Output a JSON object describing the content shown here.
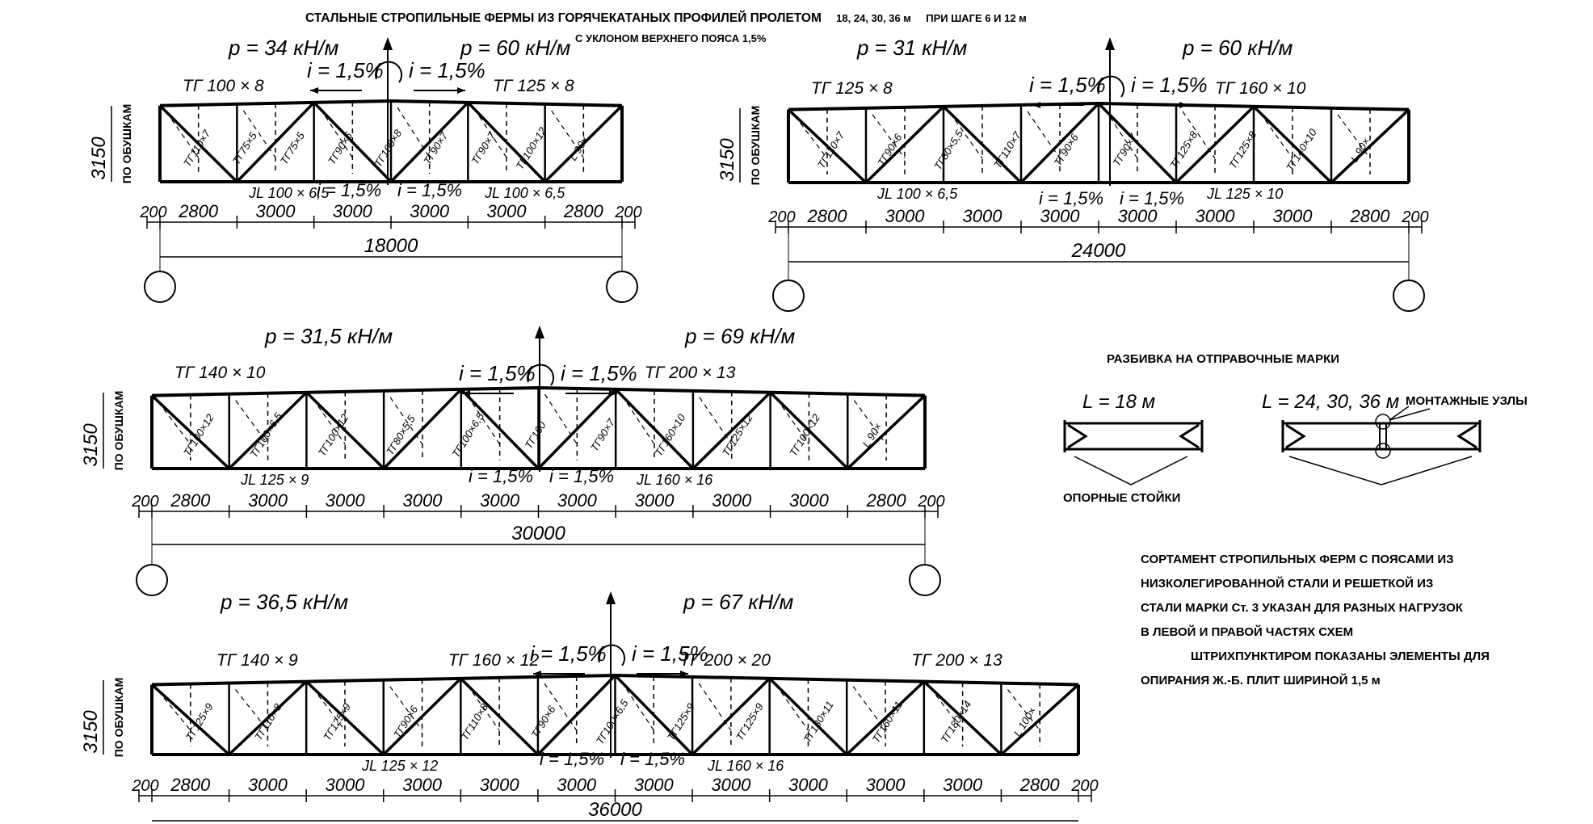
{
  "title_line1": "СТАЛЬНЫЕ СТРОПИЛЬНЫЕ ФЕРМЫ ИЗ ГОРЯЧЕКАТАНЫХ ПРОФИЛЕЙ ПРОЛЕТОМ",
  "title_spans": "18, 24, 30, 36 м",
  "title_step": "ПРИ ШАГЕ 6 И 12 м",
  "title_line2": "С УКЛОНОМ ВЕРХНЕГО ПОЯСА 1,5%",
  "common": {
    "side_label": "ПО ОБУШКАМ",
    "height": "3150",
    "slope": "i = 1,5%"
  },
  "trusses": [
    {
      "id": "18",
      "p_left": "p = 34 кН/м",
      "p_right": "p = 60 кН/м",
      "top_left": "ТГ 100 × 8",
      "top_right": "ТГ 125 × 8",
      "bottom_left": "ЈL 100 × 6,5",
      "bottom_right": "ЈL 100 × 6,5",
      "web": [
        "ТГ110×7",
        "ТГ75×5",
        "ТГ75×5",
        "ТГ90×6",
        "ТГ100×8",
        "ТГ90×7",
        "ТГ90×7",
        "ТГ100×12",
        "L 90×"
      ],
      "dims": [
        "200",
        "2800",
        "3000",
        "3000",
        "3000",
        "3000",
        "2800",
        "200"
      ],
      "total": "18000"
    },
    {
      "id": "24",
      "p_left": "p = 31 кН/м",
      "p_right": "p = 60 кН/м",
      "top_left": "ТГ 125 × 8",
      "top_right": "ТГ 160 × 10",
      "bottom_left": "ЈL 100 × 6,5",
      "bottom_right": "ЈL 125 × 10",
      "web": [
        "ТГ110×7",
        "ТГ90×6",
        "ТГ80×5,5",
        "ТГ110×7",
        "ТГ90×6",
        "ТГ90×7",
        "ТГ125×8",
        "ТГ125×8",
        "ТГ140×10",
        "L 90×"
      ],
      "dims": [
        "200",
        "2800",
        "3000",
        "3000",
        "3000",
        "3000",
        "3000",
        "3000",
        "2800",
        "200"
      ],
      "total": "24000"
    },
    {
      "id": "30",
      "p_left": "p = 31,5 кН/м",
      "p_right": "p = 69 кН/м",
      "top_left": "ТГ 140 × 10",
      "top_right": "ТГ 200 × 13",
      "bottom_left": "ЈL 125 × 9",
      "bottom_right": "ЈL 160 × 16",
      "web": [
        "ТГ100×12",
        "ТГ100×6,5",
        "ТГ100×12",
        "ТГ80×5,5",
        "ТГ100×6,5",
        "ТГ160",
        "ТГ90×7",
        "ТГ160×10",
        "ТГ125×12",
        "ТГ100×12",
        "L 90×"
      ],
      "dims": [
        "200",
        "2800",
        "3000",
        "3000",
        "3000",
        "3000",
        "3000",
        "3000",
        "3000",
        "3000",
        "2800",
        "200"
      ],
      "total": "30000"
    },
    {
      "id": "36",
      "p_left": "p = 36,5 кН/м",
      "p_right": "p = 67 кН/м",
      "top_1": "ТГ 140 × 9",
      "top_2": "ТГ 160 × 12",
      "top_3": "ТГ 200 × 20",
      "top_4": "ТГ 200 × 13",
      "bottom_left": "ЈL 125 × 12",
      "bottom_right": "ЈL 160 × 16",
      "web": [
        "ТГ125×9",
        "ТГ110×8",
        "ТГ125×9",
        "ТГ90×6",
        "ТГ110×8",
        "ТГ90×6",
        "ТГ100×6,5",
        "ТГ125×9",
        "ТГ125×9",
        "ТГ180×11",
        "ТГ160×11",
        "ТГ180×14",
        "L 100×"
      ],
      "dims": [
        "200",
        "2800",
        "3000",
        "3000",
        "3000",
        "3000",
        "3000",
        "3000",
        "3000",
        "3000",
        "3000",
        "3000",
        "2800",
        "200"
      ],
      "total": "36000"
    }
  ],
  "shipping": {
    "heading": "РАЗБИВКА НА ОТПРАВОЧНЫЕ МАРКИ",
    "l18": "L = 18 м",
    "l_other": "L = 24, 30, 36 м",
    "mount_nodes": "МОНТАЖНЫЕ УЗЛЫ",
    "support_posts": "ОПОРНЫЕ СТОЙКИ"
  },
  "notes": {
    "line1": "СОРТАМЕНТ СТРОПИЛЬНЫХ ФЕРМ С ПОЯСАМИ ИЗ",
    "line2": "НИЗКОЛЕГИРОВАННОЙ СТАЛИ И  РЕШЕТКОЙ ИЗ",
    "line3": "СТАЛИ МАРКИ Ст. 3   УКАЗАН ДЛЯ РАЗНЫХ НАГРУЗОК",
    "line4": "В ЛЕВОЙ И ПРАВОЙ ЧАСТЯХ СХЕМ",
    "line5": "ШТРИХПУНКТИРОМ ПОКАЗАНЫ ЭЛЕМЕНТЫ ДЛЯ",
    "line6": "ОПИРАНИЯ Ж.-Б. ПЛИТ ШИРИНОЙ 1,5 м"
  }
}
